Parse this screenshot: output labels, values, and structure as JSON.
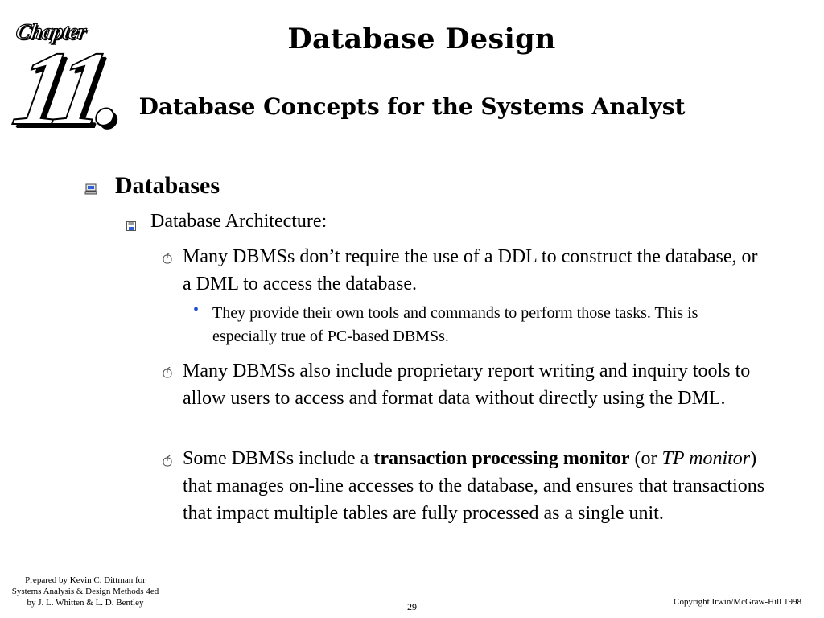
{
  "logo": {
    "word": "Chapter",
    "number": "11."
  },
  "title": "Database Design",
  "subtitle": "Database Concepts for the Systems Analyst",
  "outline": {
    "level1": "Databases",
    "level2": "Database Architecture:",
    "item1": "Many DBMSs don’t require the use of a DDL to construct the database, or a DML to access the database.",
    "item1_sub": "They provide their own tools and commands to perform those tasks. This is especially true of PC-based DBMSs.",
    "item2": "Many DBMSs also include proprietary report writing and inquiry tools to allow users to access and format data without directly using the DML.",
    "item3": {
      "part1": "Some DBMSs include a ",
      "bold": "transaction processing monitor",
      "part2": " (or ",
      "italic": "TP monitor",
      "part3": ") that manages on-line accesses to the database, and ensures that transactions that impact multiple tables are fully processed as a single unit."
    }
  },
  "footer": {
    "left_line1": "Prepared by Kevin C. Dittman for",
    "left_line2": "Systems Analysis & Design Methods 4ed",
    "left_line3": "by J. L. Whitten & L. D. Bentley",
    "page_number": "29",
    "copyright": "Copyright Irwin/McGraw-Hill 1998"
  },
  "colors": {
    "bullet_blue": "#1f4fd1"
  }
}
